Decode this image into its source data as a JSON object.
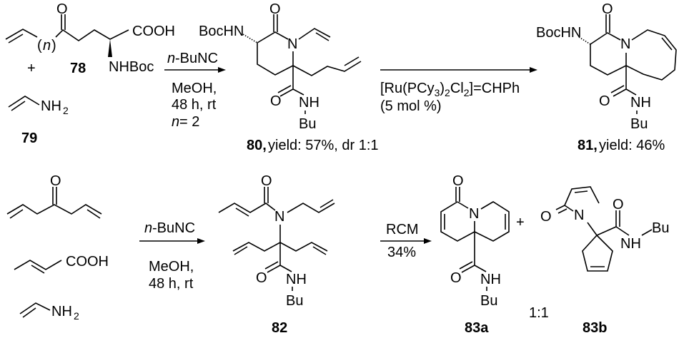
{
  "scheme1": {
    "sm78": {
      "label": "78",
      "cooh": "COOH",
      "nhboc": "NHBoc",
      "carbonyl_o": "O",
      "n_open": "(",
      "n_var": "n",
      "n_close": ")"
    },
    "plus": "+",
    "sm79": {
      "label": "79",
      "nh": "NH",
      "nh_sub": "2"
    },
    "arrow1": {
      "reagent_prefix": "n",
      "reagent": "-BuNC",
      "cond1": "MeOH,",
      "cond2": "48 h, rt",
      "cond3_var": "n",
      "cond3": " = 2"
    },
    "p80": {
      "bochn": "BocHN",
      "n": "N",
      "o1": "O",
      "o2": "O",
      "nh": "NH",
      "bu": "Bu",
      "label": "80,",
      "yield": " yield: 57%, dr 1:1"
    },
    "arrow2": {
      "catalyst_parts": [
        "[Ru(PCy",
        "3",
        ")",
        "2",
        "Cl",
        "2",
        "]=CHPh"
      ],
      "loading": "(5 mol %)"
    },
    "p81": {
      "bochn": "BocHN",
      "n": "N",
      "o1": "O",
      "o2": "O",
      "nh": "NH",
      "bu": "Bu",
      "label": "81,",
      "yield": " yield: 46%"
    }
  },
  "scheme2": {
    "ketone": {
      "o": "O"
    },
    "acid": {
      "cooh": "COOH"
    },
    "amine": {
      "nh": "NH",
      "nh_sub": "2"
    },
    "arrow3": {
      "reagent_prefix": "n",
      "reagent": "-BuNC",
      "cond1": "MeOH,",
      "cond2": "48 h, rt"
    },
    "p82": {
      "n": "N",
      "o1": "O",
      "o2": "O",
      "nh": "NH",
      "bu": "Bu",
      "label": "82"
    },
    "arrow4": {
      "reagent": "RCM",
      "yield": "34%"
    },
    "p83a": {
      "n": "N",
      "o1": "O",
      "o2": "O",
      "nh": "NH",
      "bu": "Bu",
      "label": "83a"
    },
    "plus": "+",
    "ratio": "1:1",
    "p83b": {
      "n": "N",
      "o1": "O",
      "o2": "O",
      "nh": "NH",
      "bu": "Bu",
      "label": "83b"
    }
  }
}
